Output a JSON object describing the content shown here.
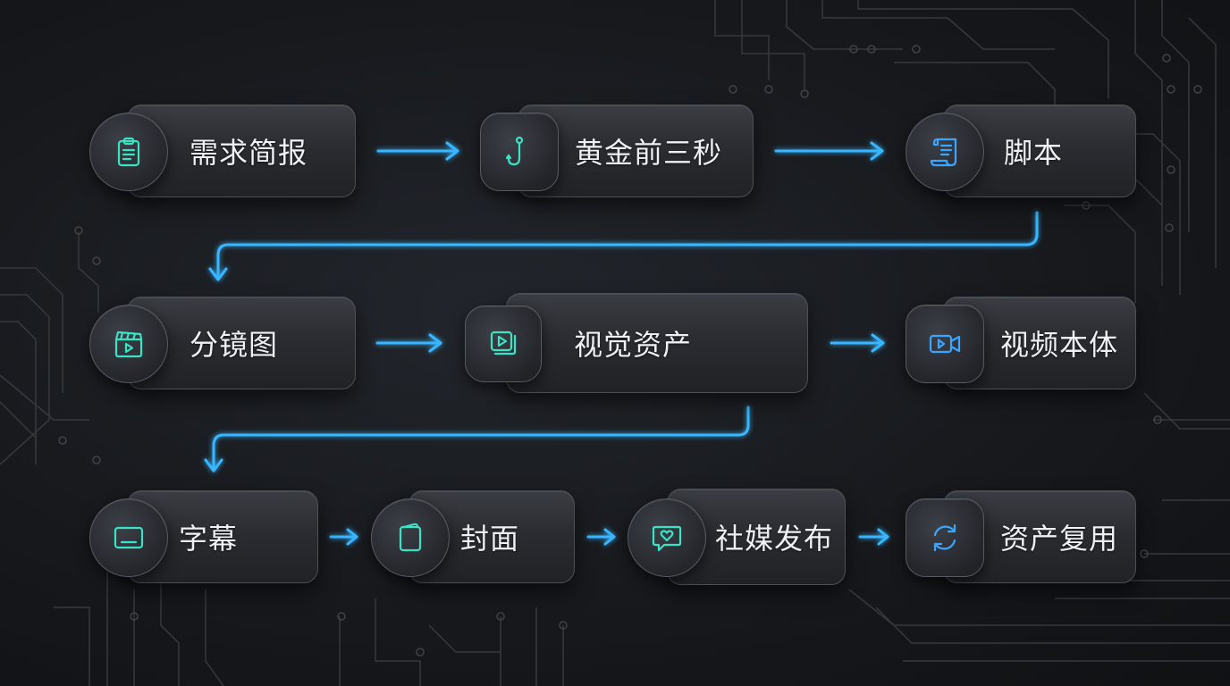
{
  "colors": {
    "teal": "#39e3c4",
    "blue": "#3aa6ff",
    "arrow": "#38b6ff"
  },
  "nodes": [
    {
      "id": "brief",
      "label": "需求简报",
      "icon": "clipboard-icon",
      "color": "teal"
    },
    {
      "id": "hook",
      "label": "黄金前三秒",
      "icon": "hook-icon",
      "color": "teal"
    },
    {
      "id": "script",
      "label": "脚本",
      "icon": "scroll-icon",
      "color": "blue"
    },
    {
      "id": "storyboard",
      "label": "分镜图",
      "icon": "clapperboard-icon",
      "color": "teal"
    },
    {
      "id": "visual",
      "label": "视觉资产",
      "icon": "media-stack-icon",
      "color": "teal"
    },
    {
      "id": "video",
      "label": "视频本体",
      "icon": "video-camera-icon",
      "color": "blue"
    },
    {
      "id": "subtitle",
      "label": "字幕",
      "icon": "subtitle-icon",
      "color": "teal"
    },
    {
      "id": "cover",
      "label": "封面",
      "icon": "cover-icon",
      "color": "teal"
    },
    {
      "id": "social",
      "label": "社媒发布",
      "icon": "chat-heart-icon",
      "color": "teal"
    },
    {
      "id": "reuse",
      "label": "资产复用",
      "icon": "recycle-icon",
      "color": "blue"
    }
  ]
}
